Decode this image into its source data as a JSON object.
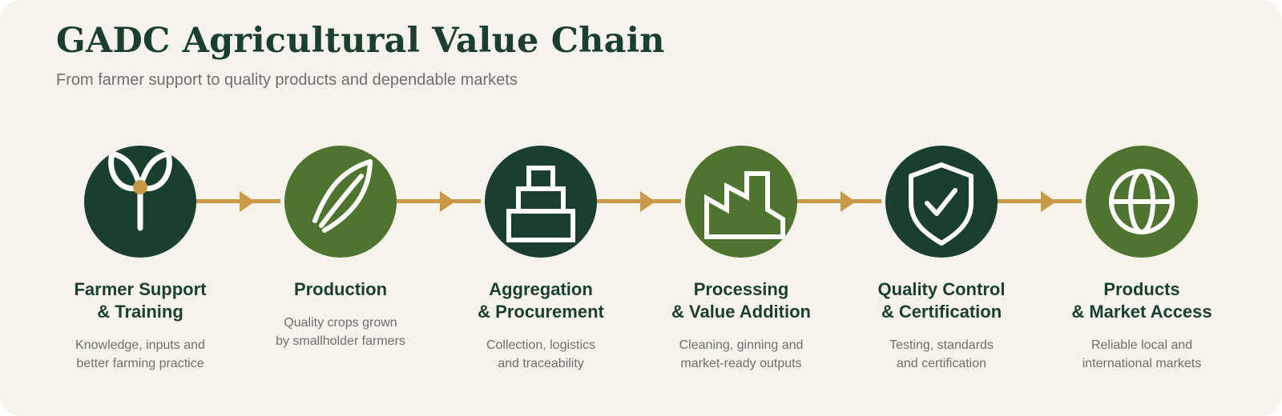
{
  "header": {
    "title": "GADC Agricultural Value Chain",
    "subtitle": "From farmer support to quality products and dependable markets"
  },
  "colors": {
    "background": "#f6f3ea",
    "dark_green": "#1b3f2e",
    "leaf_green": "#4f742f",
    "gold": "#c89a48",
    "muted_text": "#6e6e6e"
  },
  "steps": [
    {
      "icon": "sprout-icon",
      "title_line1": "Farmer Support",
      "title_line2": "& Training",
      "desc_line1": "Knowledge, inputs and",
      "desc_line2": "better farming practice"
    },
    {
      "icon": "leaf-icon",
      "title_line1": "Production",
      "title_line2": "",
      "desc_line1": "Quality crops grown",
      "desc_line2": "by smallholder farmers"
    },
    {
      "icon": "stacked-boxes-icon",
      "title_line1": "Aggregation",
      "title_line2": "& Procurement",
      "desc_line1": "Collection, logistics",
      "desc_line2": "and traceability"
    },
    {
      "icon": "factory-icon",
      "title_line1": "Processing",
      "title_line2": "& Value Addition",
      "desc_line1": "Cleaning, ginning and",
      "desc_line2": "market-ready outputs"
    },
    {
      "icon": "shield-check-icon",
      "title_line1": "Quality Control",
      "title_line2": "& Certification",
      "desc_line1": "Testing, standards",
      "desc_line2": "and certification"
    },
    {
      "icon": "globe-icon",
      "title_line1": "Products",
      "title_line2": "& Market Access",
      "desc_line1": "Reliable local and",
      "desc_line2": "international markets"
    }
  ]
}
